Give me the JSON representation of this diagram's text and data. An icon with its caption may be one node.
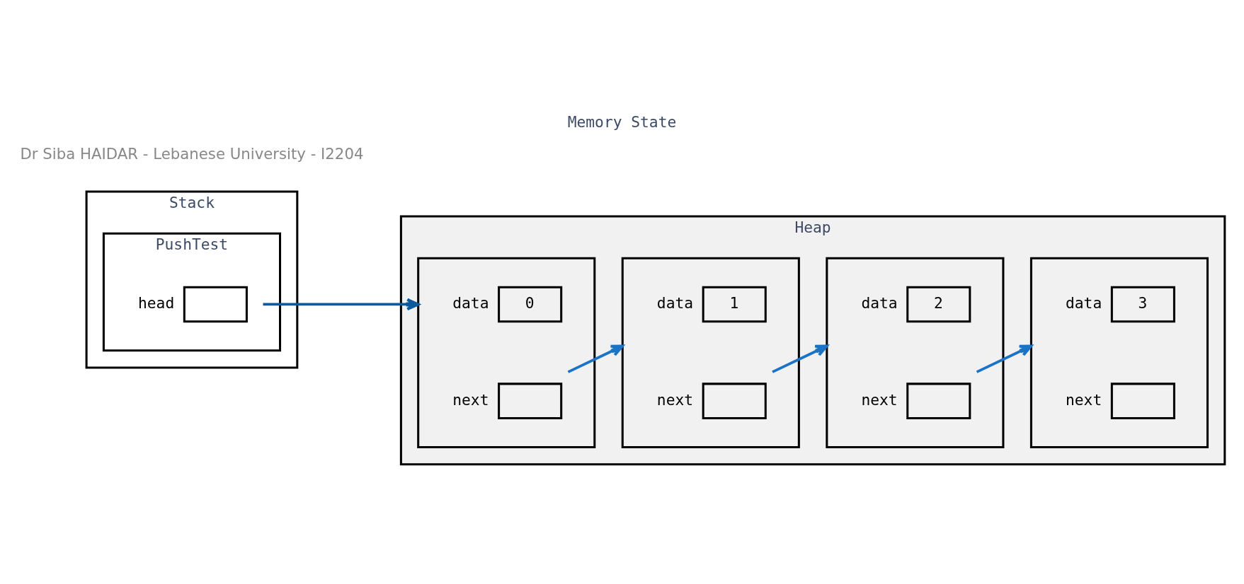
{
  "diagram": {
    "title": "Memory State",
    "nodes": [
      {
        "text": [
          "Stack"
        ]
      },
      {
        "text": [
          "PushTest"
        ],
        "in": 0
      },
      {
        "text": [],
        "shape": "box",
        "beside": [
          "head"
        ],
        "in": 1
      },
      {
        "text": [
          "Heap"
        ]
      },
      {
        "text": [],
        "shape": "box",
        "in": 3
      },
      {
        "text": [
          "1"
        ],
        "beside": [
          "data"
        ],
        "in": 4
      },
      {
        "text": [],
        "shape": "box",
        "beside": [
          "next"
        ],
        "in": 4
      },
      {
        "text": [],
        "shape": "box",
        "in": 3
      },
      {
        "text": [
          "2"
        ],
        "beside": [
          "data"
        ],
        "in": 7
      },
      {
        "text": [],
        "shape": "box",
        "beside": [
          "next"
        ],
        "in": 7
      },
      {
        "text": [],
        "shape": "box",
        "in": 3
      },
      {
        "text": [
          "3"
        ],
        "beside": [
          "data"
        ],
        "in": 10
      },
      {
        "text": [],
        "shape": "box",
        "beside": [
          "next"
        ],
        "in": 10
      },
      {
        "text": [],
        "shape": "box",
        "in": 3
      },
      {
        "text": [
          "0"
        ],
        "beside": [
          "data"
        ],
        "in": 13
      },
      {
        "text": [],
        "shape": "box",
        "beside": [
          "next"
        ],
        "in": 13
      }
    ],
    "edges": [
      {
        "from": 2,
        "to": 13,
        "arrow": "to",
        "color": "#0b5a9e"
      },
      {
        "from": 6,
        "to": 7,
        "arrow": "to"
      },
      {
        "from": 9,
        "to": 10,
        "arrow": "to"
      },
      {
        "from": 15,
        "to": 4,
        "arrow": "to"
      }
    ],
    "labels": [
      "Dr Siba HAIDAR - Lebanese University - I2204"
    ]
  }
}
